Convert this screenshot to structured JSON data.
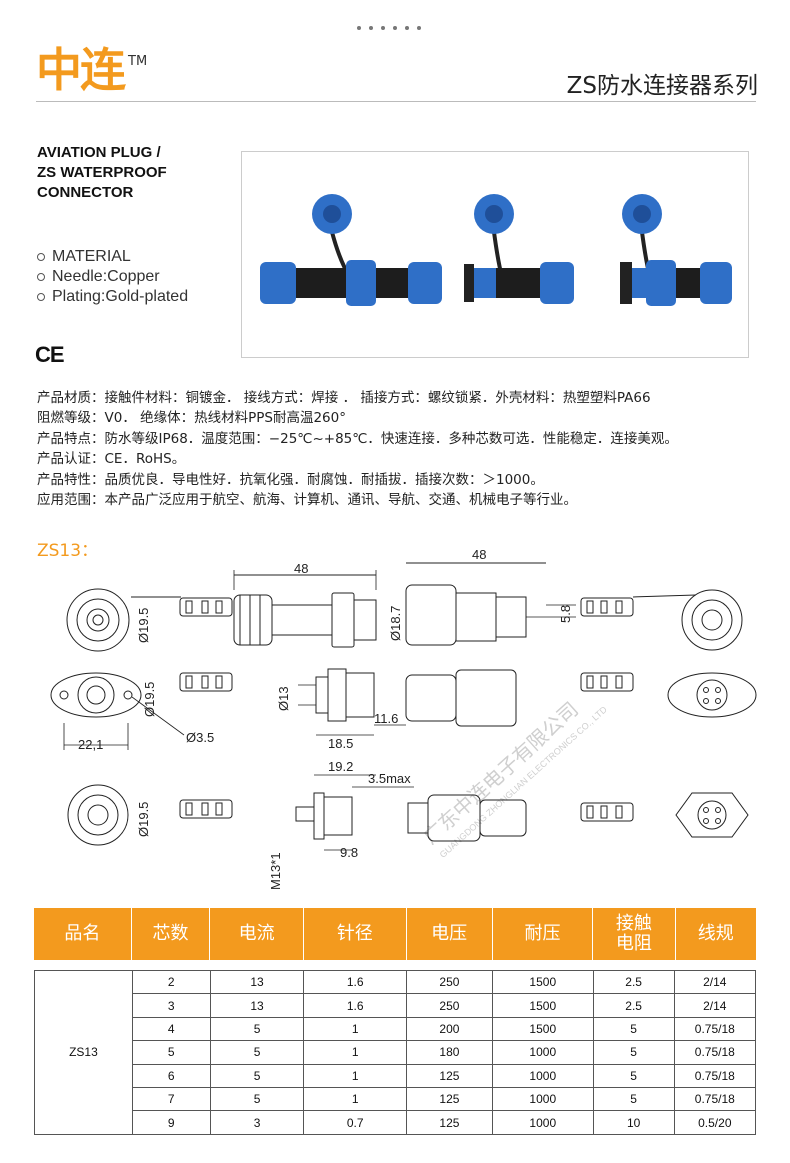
{
  "brand": {
    "logo": "中连",
    "tm": "TM",
    "series": "ZS防水连接器系列"
  },
  "product_title": [
    "AVIATION PLUG /",
    "ZS WATERPROOF",
    "CONNECTOR"
  ],
  "material": [
    "MATERIAL",
    "Needle:Copper",
    "Plating:Gold-plated"
  ],
  "certification_mark": "CE",
  "description": [
    "产品材质：接触件材料：铜镀金． 接线方式：焊接 ． 插接方式：螺纹锁紧．外壳材料：热塑塑料PA66",
    "阻燃等级：V0． 绝缘体：热线材料PPS耐高温260°",
    "产品特点：防水等级IP68．温度范围：−25℃~+85℃．快速连接．多种芯数可选．性能稳定．连接美观。",
    "产品认证：CE．RoHS。",
    "产品特性：品质优良．导电性好．抗氧化强．耐腐蚀．耐插拔．插接次数：＞1000。",
    "应用范围：本产品广泛应用于航空、航海、计算机、通讯、导航、交通、机械电子等行业。"
  ],
  "model_heading": "ZS13：",
  "dims": {
    "len_48_a": "48",
    "len_48_b": "48",
    "d19_5_a": "Ø19.5",
    "d18_7": "Ø18.7",
    "d5_8": "5.8",
    "d19_5_b": "Ø19.5",
    "d13": "Ø13",
    "d22_1": "22,1",
    "d3_5": "Ø3.5",
    "d18_5": "18.5",
    "d11_6": "11.6",
    "d19_2": "19.2",
    "d3_5max": "3.5max",
    "d19_5_c": "Ø19.5",
    "dm13": "M13*1",
    "d9_8": "9.8"
  },
  "watermark": {
    "cn": "广东中连电子有限公司",
    "en": "GUANGDONG ZHONGLIAN ELECTRONICS CO., LTD"
  },
  "table": {
    "headers": [
      "品名",
      "芯数",
      "电流",
      "针径",
      "电压",
      "耐压",
      "接触电阻",
      "线规"
    ],
    "model": "ZS13",
    "rows": [
      [
        "2",
        "13",
        "1.6",
        "250",
        "1500",
        "2.5",
        "2/14"
      ],
      [
        "3",
        "13",
        "1.6",
        "250",
        "1500",
        "2.5",
        "2/14"
      ],
      [
        "4",
        "5",
        "1",
        "200",
        "1500",
        "5",
        "0.75/18"
      ],
      [
        "5",
        "5",
        "1",
        "180",
        "1000",
        "5",
        "0.75/18"
      ],
      [
        "6",
        "5",
        "1",
        "125",
        "1000",
        "5",
        "0.75/18"
      ],
      [
        "7",
        "5",
        "1",
        "125",
        "1000",
        "5",
        "0.75/18"
      ],
      [
        "9",
        "3",
        "0.7",
        "125",
        "1000",
        "10",
        "0.5/20"
      ]
    ]
  },
  "colors": {
    "accent": "#f39a1e",
    "connector_blue": "#2f6fc7"
  }
}
